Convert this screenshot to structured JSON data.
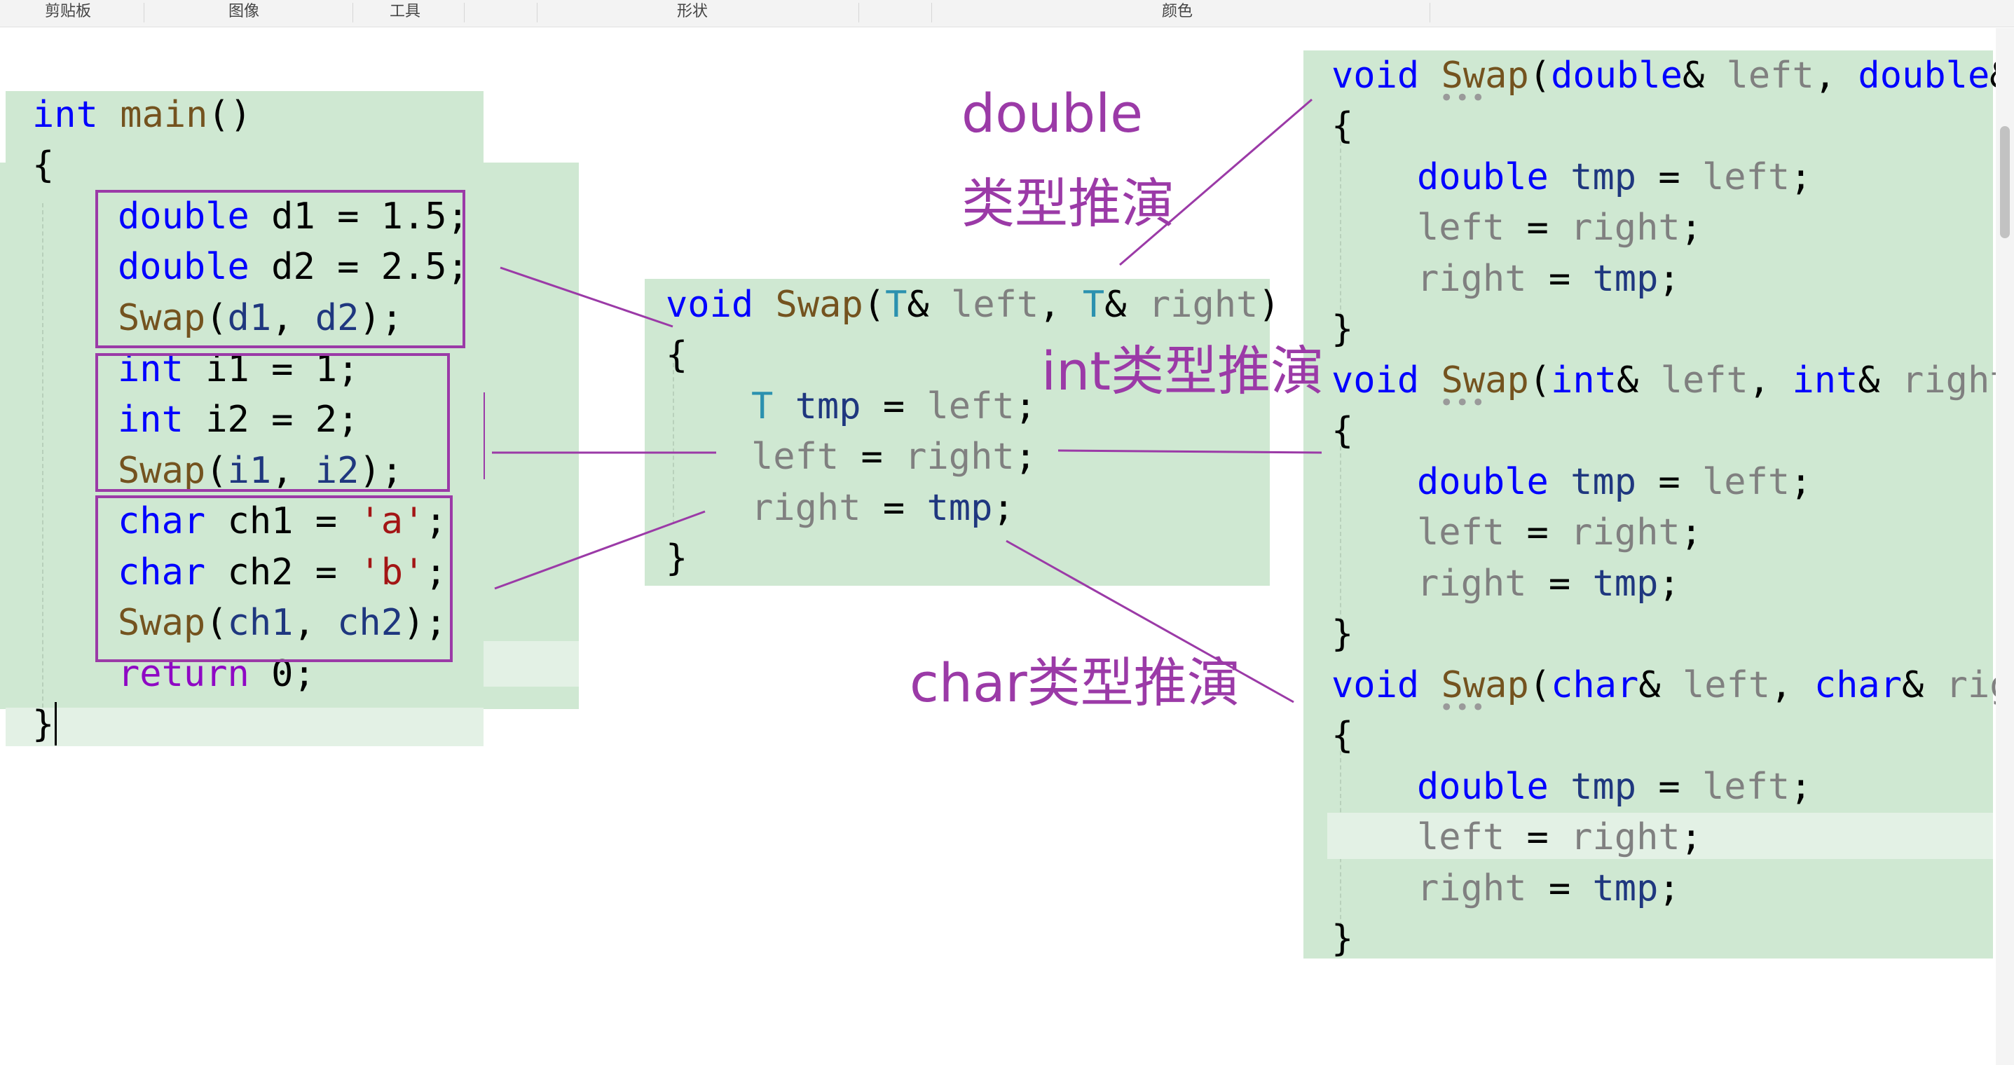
{
  "ribbon": {
    "groups": [
      "剪贴板",
      "图像",
      "工具",
      "形状",
      "颜色"
    ]
  },
  "main_code": {
    "l0": [
      "int",
      " ",
      "main",
      "()"
    ],
    "l1": "{",
    "l2": [
      "double",
      " d1 = 1.5;"
    ],
    "l3": [
      "double",
      " d2 = 2.5;"
    ],
    "l4": [
      "Swap",
      "(",
      "d1",
      ", ",
      "d2",
      ");"
    ],
    "l5": [
      "int",
      " i1 = 1;"
    ],
    "l6": [
      "int",
      " i2 = 2;"
    ],
    "l7": [
      "Swap",
      "(",
      "i1",
      ", ",
      "i2",
      ");"
    ],
    "l8": [
      "char",
      " ch1 = ",
      "'a'",
      ";"
    ],
    "l9": [
      "char",
      " ch2 = ",
      "'b'",
      ";"
    ],
    "l10": [
      "Swap",
      "(",
      "ch1",
      ", ",
      "ch2",
      ");"
    ],
    "l11": [
      "return",
      " 0;"
    ],
    "l12": "}"
  },
  "template_code": {
    "l0": [
      "void",
      " ",
      "Swap",
      "(",
      "T",
      "& ",
      "left",
      ", ",
      "T",
      "& ",
      "right",
      ")"
    ],
    "l1": "{",
    "l2": [
      "T",
      " ",
      "tmp",
      " = ",
      "left",
      ";"
    ],
    "l3": [
      "left",
      " = ",
      "right",
      ";"
    ],
    "l4": [
      "right",
      " = ",
      "tmp",
      ";"
    ],
    "l5": "}"
  },
  "double_code": {
    "l0": [
      "void",
      " ",
      "Swap",
      "(",
      "double",
      "& ",
      "left",
      ", ",
      "double",
      "&"
    ],
    "l1": "{",
    "l2": [
      "double",
      " ",
      "tmp",
      " = ",
      "left",
      ";"
    ],
    "l3": [
      "left",
      " = ",
      "right",
      ";"
    ],
    "l4": [
      "right",
      " = ",
      "tmp",
      ";"
    ],
    "l5": "}"
  },
  "int_code": {
    "l0": [
      "void",
      " ",
      "Swap",
      "(",
      "int",
      "& ",
      "left",
      ", ",
      "int",
      "& ",
      "right"
    ],
    "l1": "{",
    "l2": [
      "double",
      " ",
      "tmp",
      " = ",
      "left",
      ";"
    ],
    "l3": [
      "left",
      " = ",
      "right",
      ";"
    ],
    "l4": [
      "right",
      " = ",
      "tmp",
      ";"
    ],
    "l5": "}"
  },
  "char_code": {
    "l0": [
      "void",
      " ",
      "Swap",
      "(",
      "char",
      "& ",
      "left",
      ", ",
      "char",
      "& ",
      "rig"
    ],
    "l1": "{",
    "l2": [
      "double",
      " ",
      "tmp",
      " = ",
      "left",
      ";"
    ],
    "l3": [
      "left",
      " = ",
      "right",
      ";"
    ],
    "l4": [
      "right",
      " = ",
      "tmp",
      ";"
    ],
    "l5": "}"
  },
  "annotations": {
    "double_word": "double",
    "double_suffix": "类型推演",
    "int_label": "int类型推演",
    "char_label": "char类型推演"
  },
  "colors": {
    "panel": "#cfe8d2",
    "annotation": "#9b3aa7",
    "keyword": "#0000ff",
    "function": "#74531f",
    "type_param": "#2b91af",
    "param": "#808080",
    "local": "#1f377f",
    "char_literal": "#a31515",
    "control_keyword": "#8f08c4"
  },
  "icons": {
    "fold_dots": "•••"
  }
}
